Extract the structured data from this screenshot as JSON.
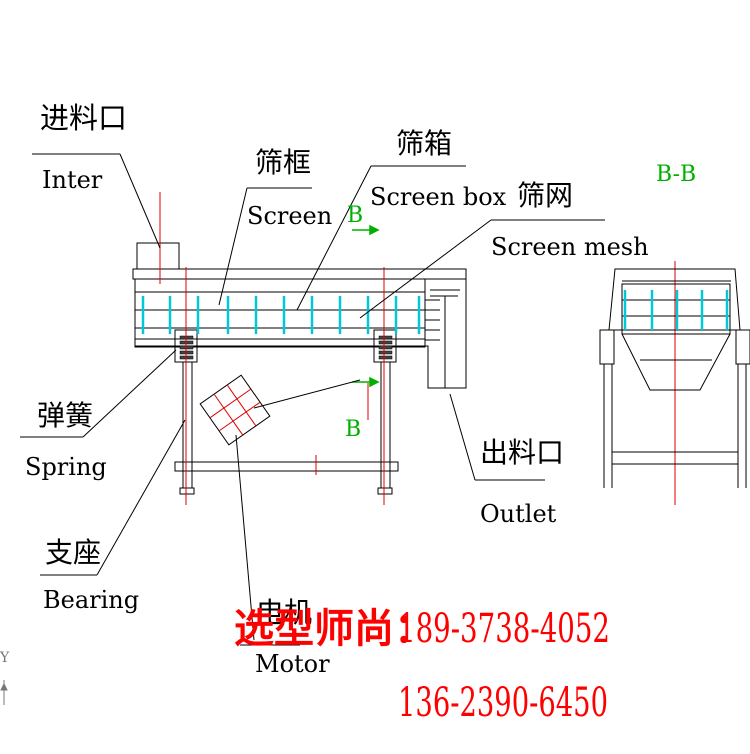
{
  "labels": {
    "inlet_zh": "进料口",
    "inlet_en": "Inter",
    "screen_frame_zh": "筛框",
    "screen_frame_en": "Screen",
    "screen_box_zh": "筛箱",
    "screen_box_en": "Screen box",
    "screen_mesh_zh": "筛网",
    "screen_mesh_en": "Screen mesh",
    "section_marker": "B-B",
    "section_b_top": "B",
    "section_b_bottom": "B",
    "spring_zh": "弹簧",
    "spring_en": "Spring",
    "bearing_zh": "支座",
    "bearing_en": "Bearing",
    "outlet_zh": "出料口",
    "outlet_en": "Outlet",
    "motor_zh": "电机",
    "motor_en": "Motor",
    "corner_mark": "Y"
  },
  "contact": {
    "title": "选型师尚：",
    "phone1": "189-3738-4052",
    "phone2": "136-2390-6450"
  },
  "colors": {
    "line": "#000000",
    "mesh": "#00c8d6",
    "section_marker": "#00b000",
    "center_line": "#e00000",
    "contact_text": "#ff0000"
  }
}
